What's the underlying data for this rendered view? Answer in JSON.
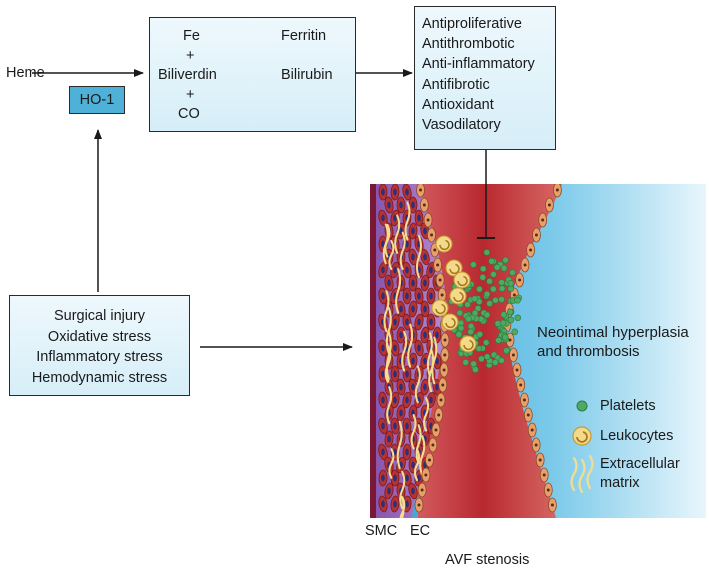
{
  "heme": {
    "label": "Heme"
  },
  "ho1": {
    "label": "HO-1"
  },
  "products": {
    "fe": "Fe",
    "ferritin": "Ferritin",
    "plus1": "+",
    "biliverdin": "Biliverdin",
    "bilirubin": "Bilirubin",
    "plus2": "+",
    "co": "CO"
  },
  "effects": [
    "Antiproliferative",
    "Antithrombotic",
    "Anti-inflammatory",
    "Antifibrotic",
    "Antioxidant",
    "Vasodilatory"
  ],
  "stresses": [
    "Surgical injury",
    "Oxidative stress",
    "Inflammatory stress",
    "Hemodynamic stress"
  ],
  "vessel": {
    "annotation_line1": "Neointimal hyperplasia",
    "annotation_line2": "and thrombosis",
    "smc_label": "SMC",
    "ec_label": "EC",
    "caption": "AVF stenosis"
  },
  "legend": {
    "platelets": "Platelets",
    "leukocytes": "Leukocytes",
    "ecm_line1": "Extracellular",
    "ecm_line2": "matrix"
  },
  "colors": {
    "box_fill": "#d6eef8",
    "ho1_fill": "#4fb0d8",
    "lumen_blue": "#4db3dc",
    "vessel_red": "#c0393f",
    "smc_purple": "#9a63b8",
    "platelet_green": "#4caa62",
    "leukocyte_yellow": "#f3d98a",
    "outline": "#2a2a2a"
  }
}
